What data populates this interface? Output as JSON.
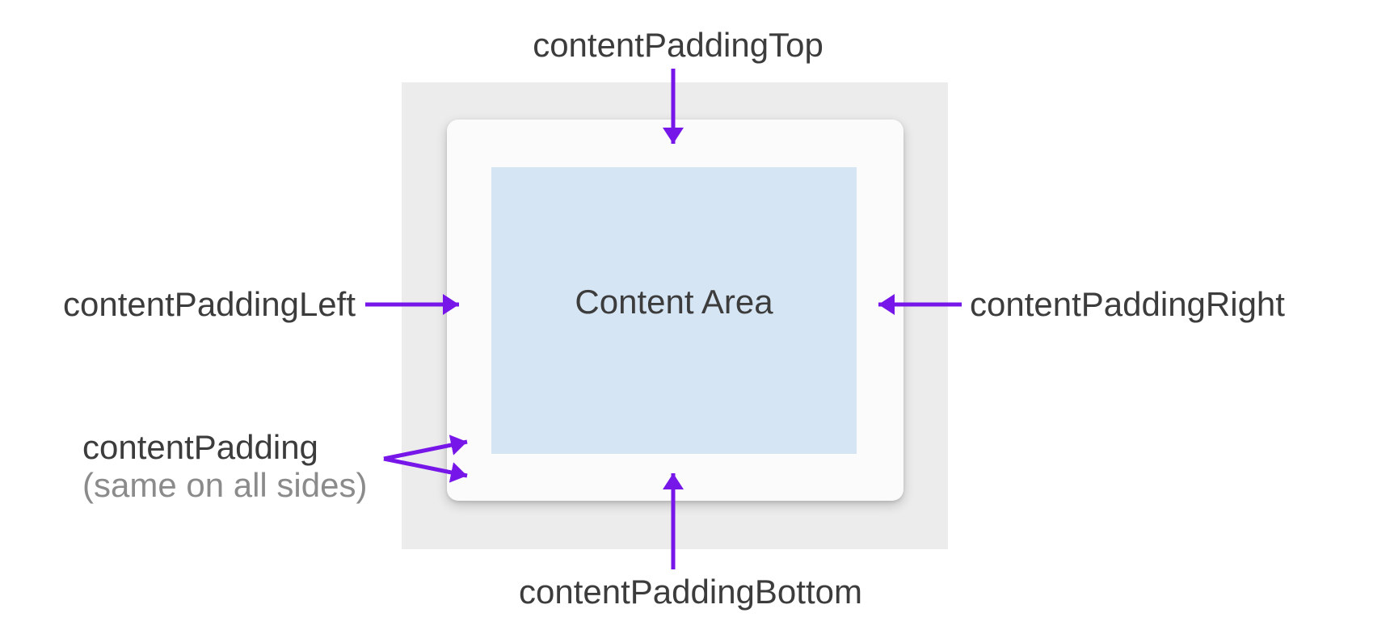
{
  "diagram": {
    "content_area": "Content Area",
    "labels": {
      "top": "contentPaddingTop",
      "left": "contentPaddingLeft",
      "right": "contentPaddingRight",
      "bottom": "contentPaddingBottom",
      "uniform": "contentPadding",
      "uniform_note": "(same on all sides)"
    },
    "colors": {
      "arrow": "#7716E8",
      "backdrop": "#ECECEC",
      "card": "#FBFBFB",
      "content_fill": "#D6E5F3",
      "label_text": "#3C3C3C",
      "note_text": "#8B8B8B"
    }
  }
}
